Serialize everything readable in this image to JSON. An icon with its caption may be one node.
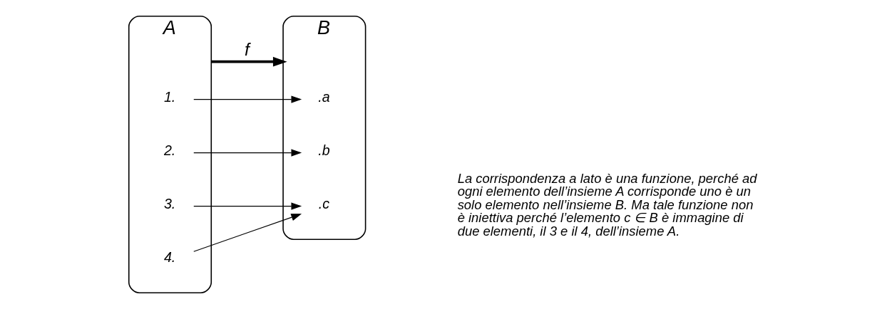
{
  "diagram": {
    "nodes": [
      {
        "text": [
          "A"
        ]
      },
      {
        "text": [
          "1."
        ],
        "in": 0
      },
      {
        "text": [
          "2."
        ],
        "in": 0
      },
      {
        "text": [
          "3."
        ],
        "in": 0
      },
      {
        "text": [
          "4."
        ],
        "in": 0
      },
      {
        "text": [
          "B"
        ]
      },
      {
        "text": [
          ".a"
        ],
        "in": 5
      },
      {
        "text": [
          ".b"
        ],
        "in": 5
      },
      {
        "text": [
          ".c"
        ],
        "in": 5
      }
    ],
    "edges": [
      {
        "from": 0,
        "to": 5,
        "arrow": "to",
        "label": "f",
        "style": "thick"
      },
      {
        "from": 1,
        "to": 6,
        "arrow": "to"
      },
      {
        "from": 2,
        "to": 7,
        "arrow": "to"
      },
      {
        "from": 3,
        "to": 8,
        "arrow": "to"
      },
      {
        "from": 4,
        "to": 8,
        "arrow": "to"
      }
    ],
    "labels": [
      "La corrispondenza a lato è una funzione, perché ad ogni elemento dell’insieme A corrisponde uno è un solo elemento nell’insieme B. Ma tale funzione non è iniettiva perché l’elemento c ∈ B è immagine di due elementi, il 3 e il 4, dell’insieme A."
    ]
  }
}
